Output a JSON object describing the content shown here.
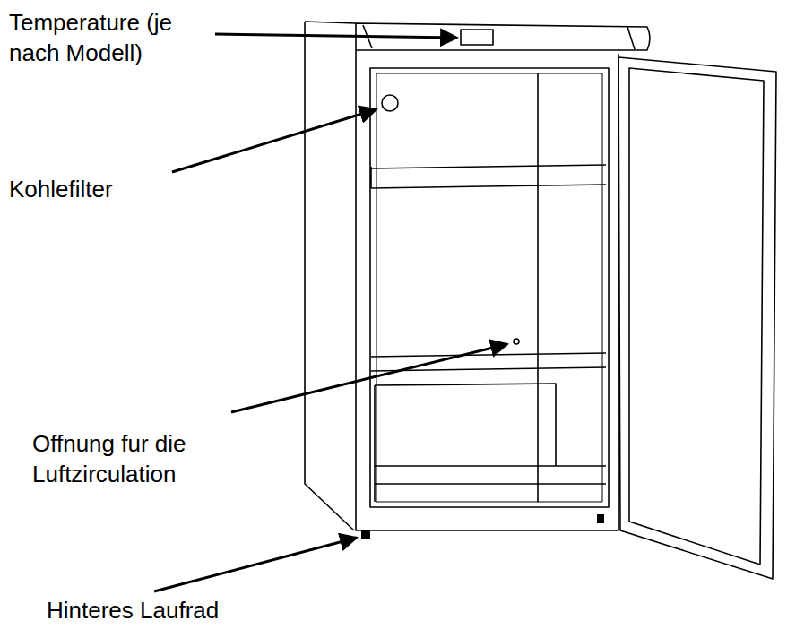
{
  "diagram": {
    "labels": [
      "Temperature (je nach Modell)",
      "Kohlefilter",
      "Offnung fur die Luftzirculation",
      "Hinteres Laufrad"
    ]
  }
}
